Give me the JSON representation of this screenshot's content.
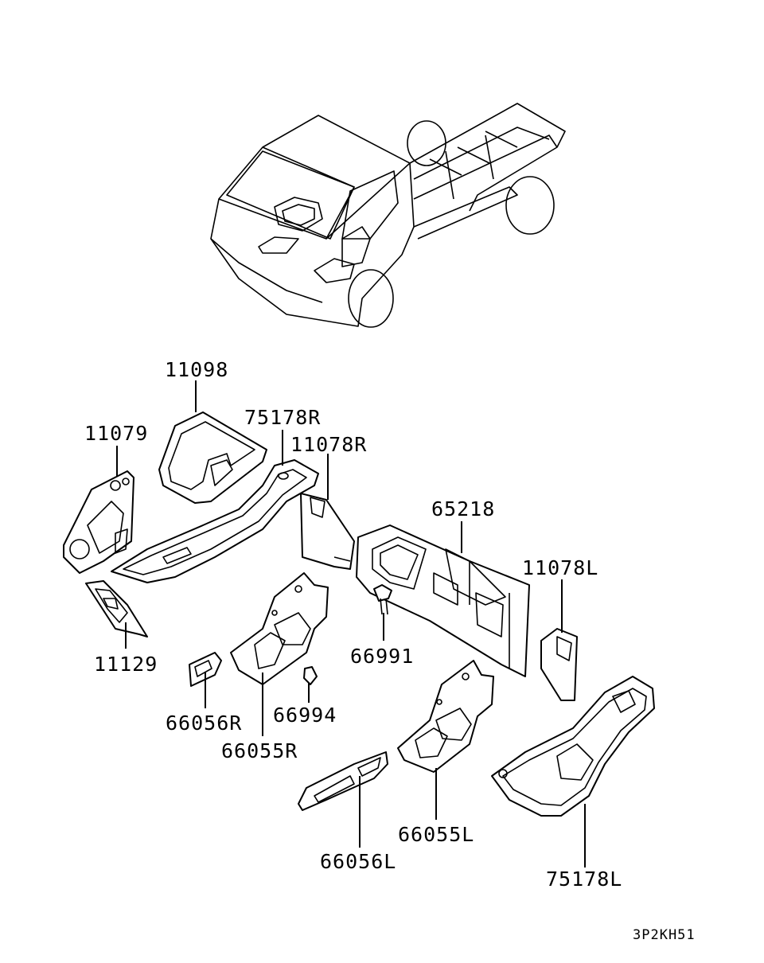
{
  "diagram_code": "3P2KH51",
  "parts": [
    {
      "id": "p11098",
      "number": "11098"
    },
    {
      "id": "p11079",
      "number": "11079"
    },
    {
      "id": "p75178R",
      "number": "75178R"
    },
    {
      "id": "p11078R",
      "number": "11078R"
    },
    {
      "id": "p65218",
      "number": "65218"
    },
    {
      "id": "p11078L",
      "number": "11078L"
    },
    {
      "id": "p11129",
      "number": "11129"
    },
    {
      "id": "p66991",
      "number": "66991"
    },
    {
      "id": "p66056R",
      "number": "66056R"
    },
    {
      "id": "p66994",
      "number": "66994"
    },
    {
      "id": "p66055R",
      "number": "66055R"
    },
    {
      "id": "p66055L",
      "number": "66055L"
    },
    {
      "id": "p66056L",
      "number": "66056L"
    },
    {
      "id": "p75178L",
      "number": "75178L"
    }
  ]
}
